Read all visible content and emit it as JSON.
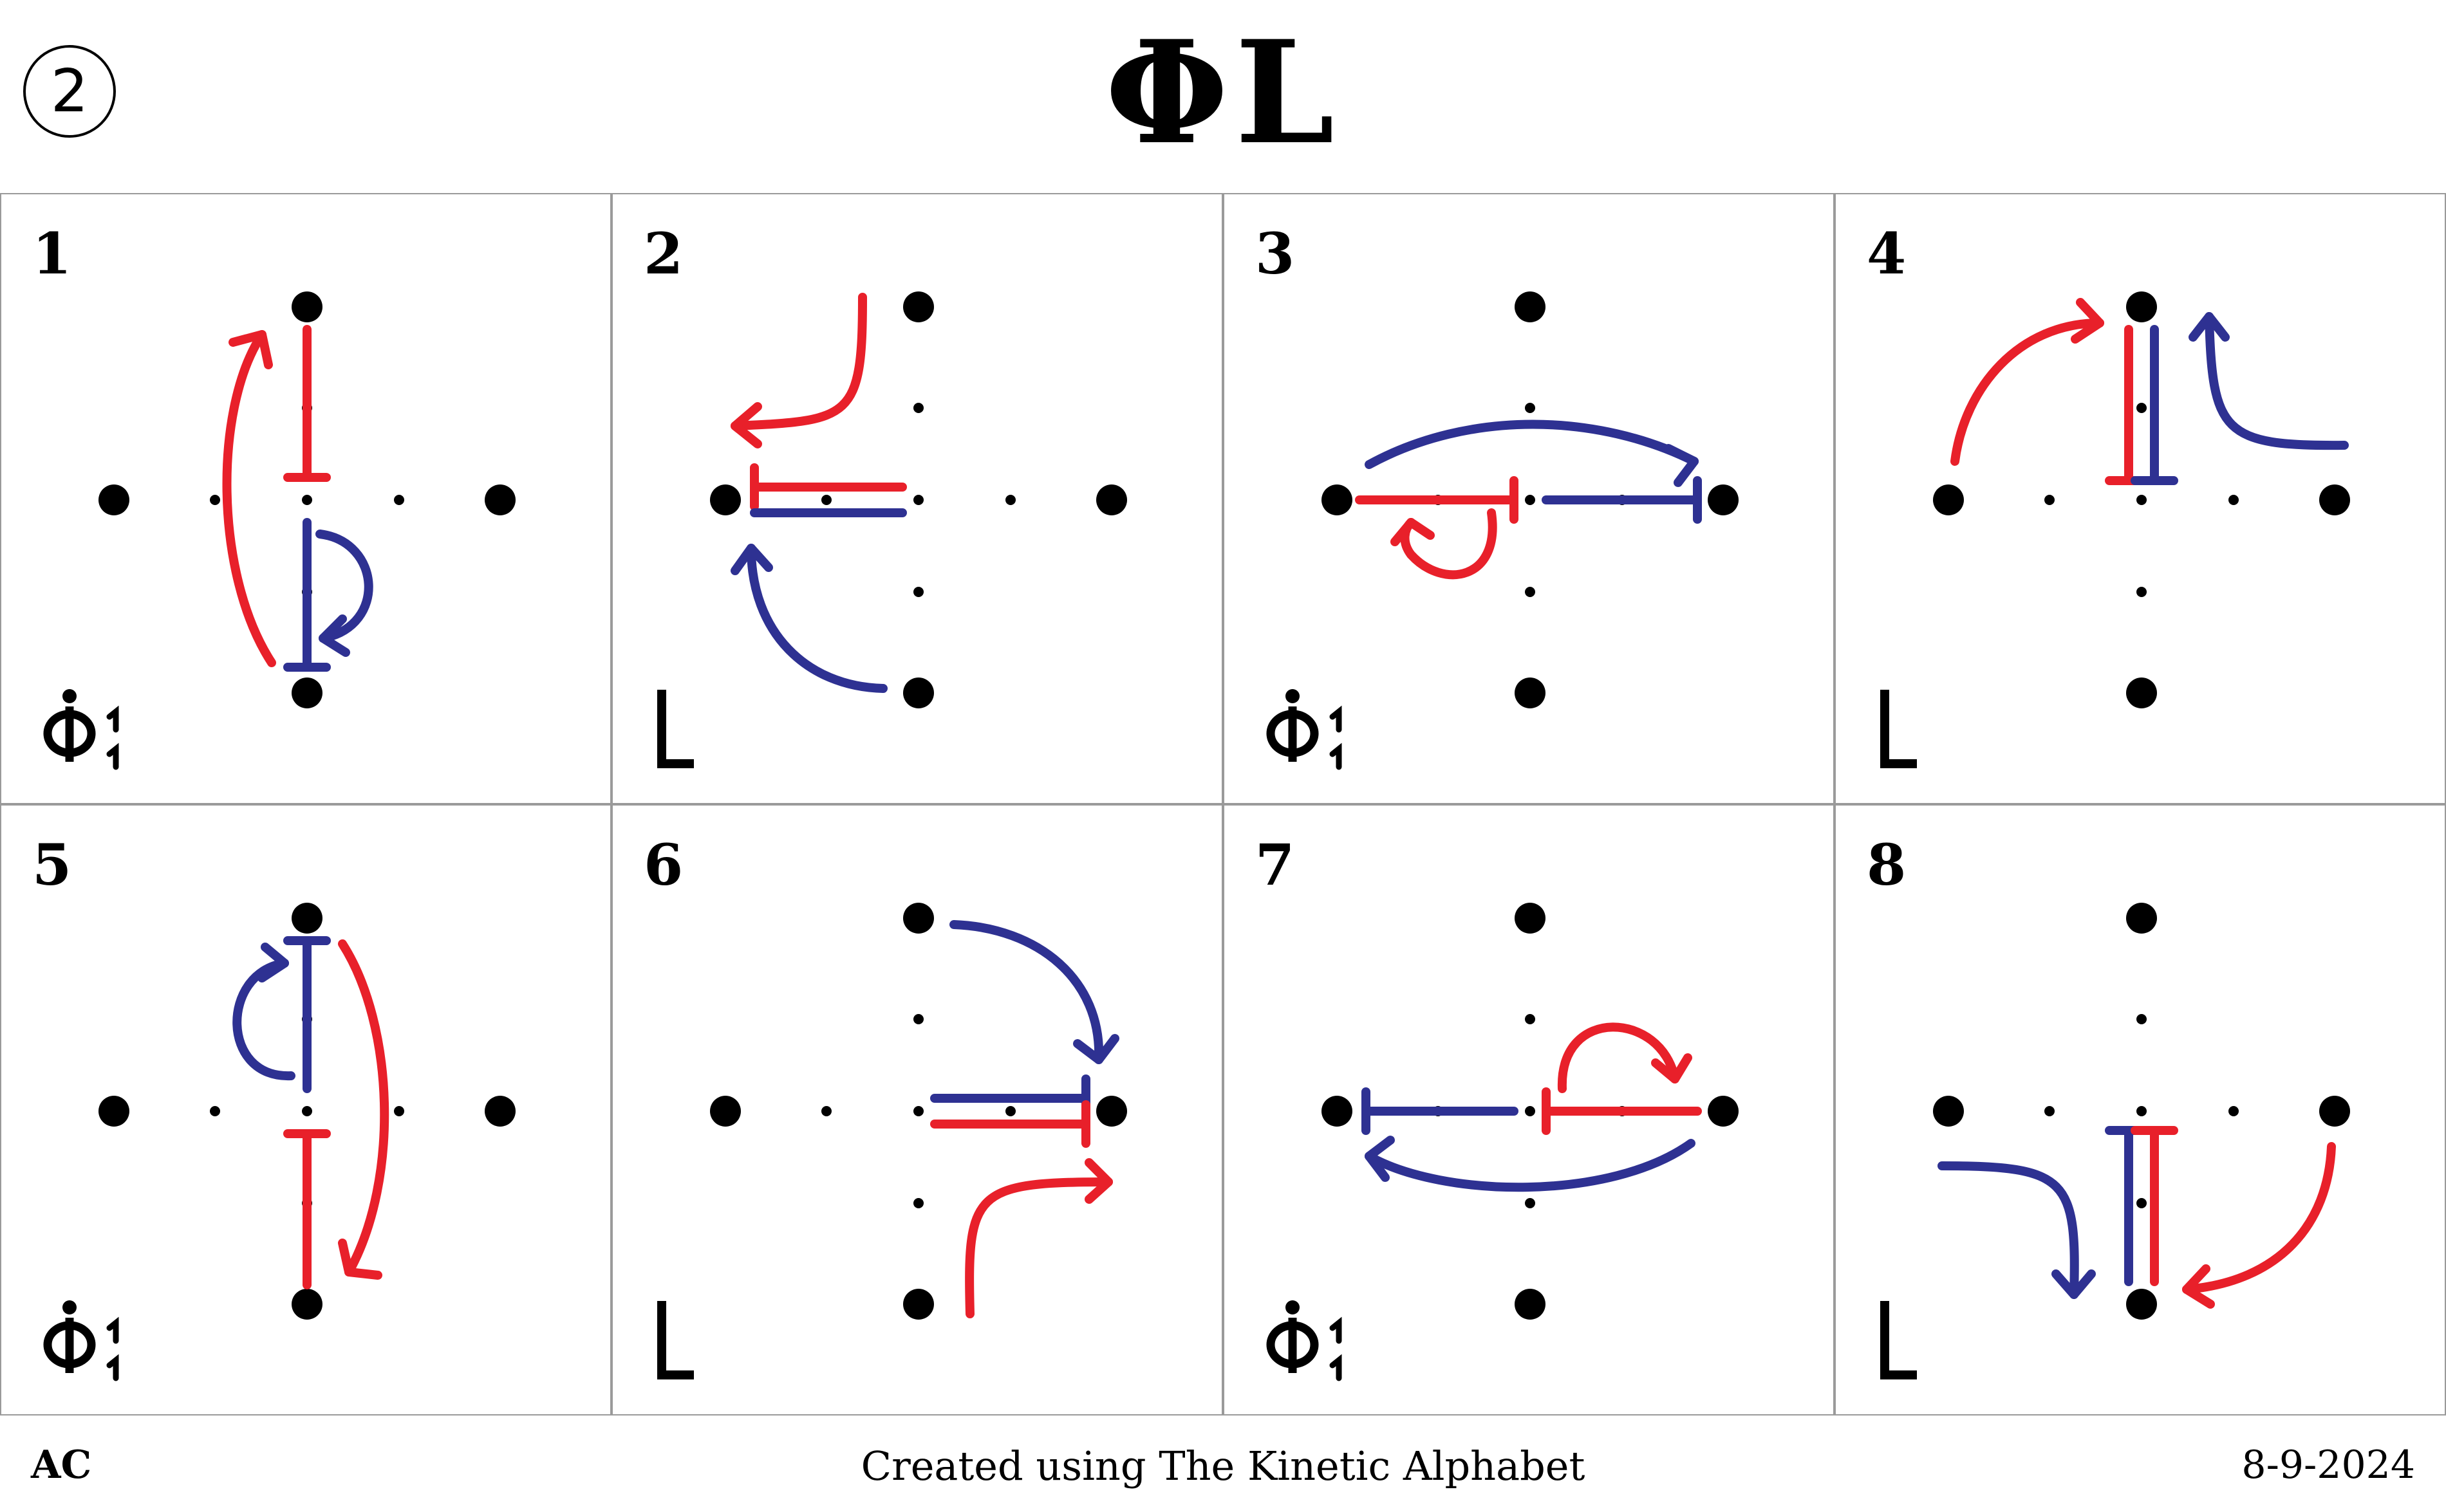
{
  "header": {
    "page_number": "2",
    "title": "ΦL"
  },
  "colors": {
    "red": "#e8202a",
    "blue": "#2e3192",
    "black": "#000000",
    "grid": "#9a9a9a"
  },
  "cells": [
    {
      "number": "1",
      "notation": "phi-1-1"
    },
    {
      "number": "2",
      "notation": "L"
    },
    {
      "number": "3",
      "notation": "phi-1-1"
    },
    {
      "number": "4",
      "notation": "L"
    },
    {
      "number": "5",
      "notation": "phi-1-1"
    },
    {
      "number": "6",
      "notation": "L"
    },
    {
      "number": "7",
      "notation": "phi-1-1"
    },
    {
      "number": "8",
      "notation": "L"
    }
  ],
  "footer": {
    "left": "AC",
    "center": "Created using The Kinetic Alphabet",
    "right": "8-9-2024"
  }
}
